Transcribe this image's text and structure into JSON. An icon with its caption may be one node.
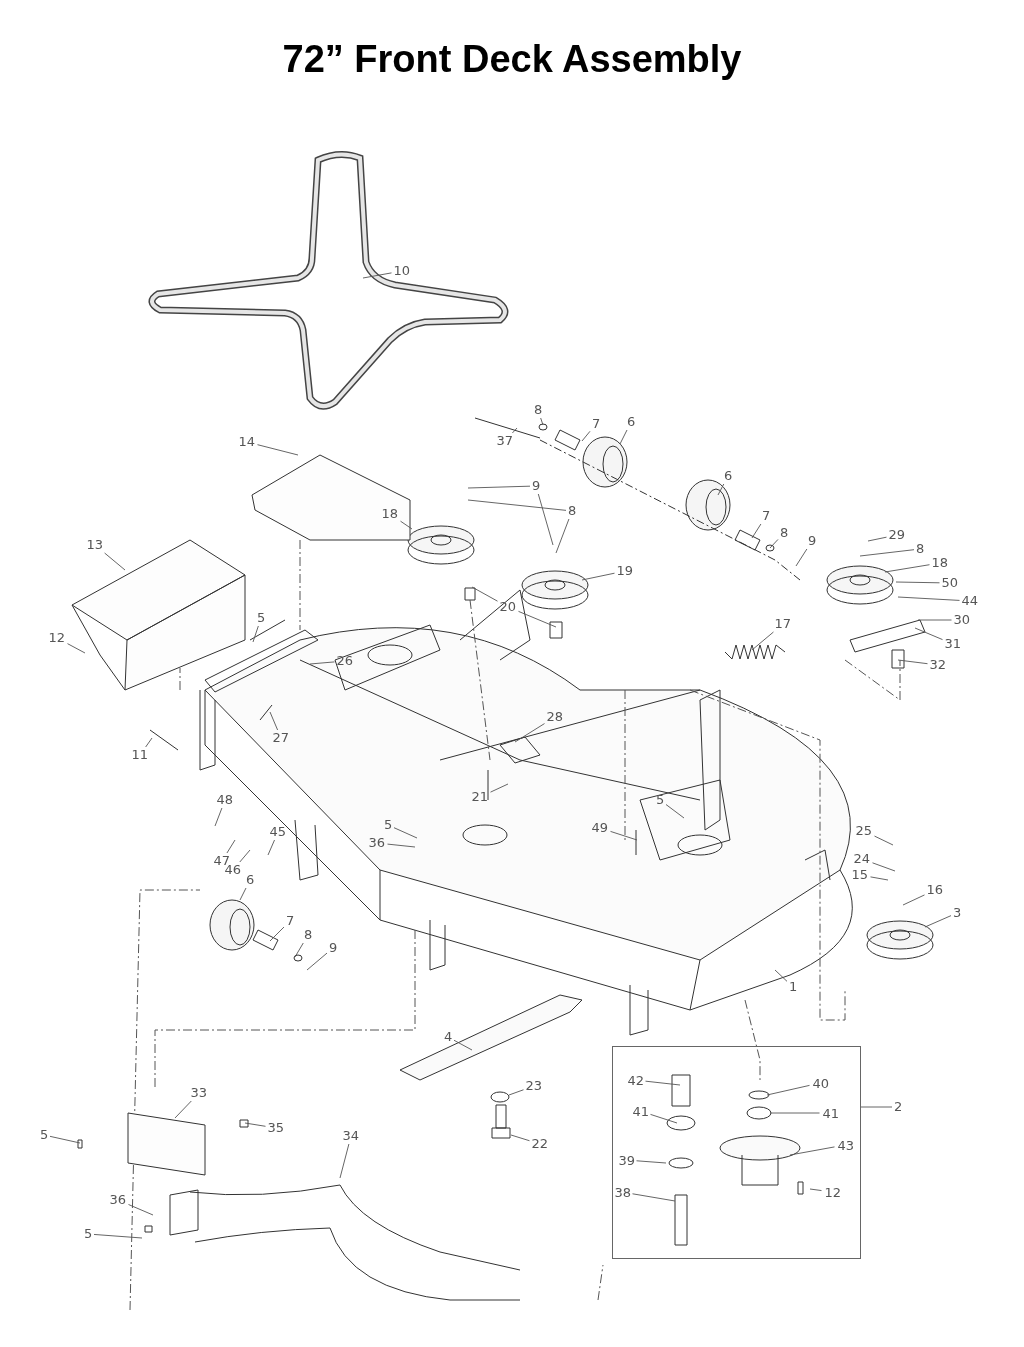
{
  "diagram": {
    "title": "72” Front Deck Assembly",
    "nodes": [
      {
        "text": [
          "10"
        ]
      },
      {
        "text": [
          "14"
        ]
      },
      {
        "text": [
          "37"
        ]
      },
      {
        "text": [
          "8"
        ]
      },
      {
        "text": [
          "7"
        ]
      },
      {
        "text": [
          "6"
        ]
      },
      {
        "text": [
          "6"
        ]
      },
      {
        "text": [
          "7"
        ]
      },
      {
        "text": [
          "8"
        ]
      },
      {
        "text": [
          "9"
        ]
      },
      {
        "text": [
          "9"
        ]
      },
      {
        "text": [
          "8"
        ]
      },
      {
        "text": [
          "18"
        ]
      },
      {
        "text": [
          "19"
        ]
      },
      {
        "text": [
          "20"
        ]
      },
      {
        "text": [
          "29"
        ]
      },
      {
        "text": [
          "8"
        ]
      },
      {
        "text": [
          "18"
        ]
      },
      {
        "text": [
          "50"
        ]
      },
      {
        "text": [
          "44"
        ]
      },
      {
        "text": [
          "30"
        ]
      },
      {
        "text": [
          "31"
        ]
      },
      {
        "text": [
          "32"
        ]
      },
      {
        "text": [
          "17"
        ]
      },
      {
        "text": [
          "13"
        ]
      },
      {
        "text": [
          "12"
        ]
      },
      {
        "text": [
          "5"
        ]
      },
      {
        "text": [
          "26"
        ]
      },
      {
        "text": [
          "27"
        ]
      },
      {
        "text": [
          "11"
        ]
      },
      {
        "text": [
          "28"
        ]
      },
      {
        "text": [
          "21"
        ]
      },
      {
        "text": [
          "48"
        ]
      },
      {
        "text": [
          "45"
        ]
      },
      {
        "text": [
          "47"
        ]
      },
      {
        "text": [
          "46"
        ]
      },
      {
        "text": [
          "5"
        ]
      },
      {
        "text": [
          "36"
        ]
      },
      {
        "text": [
          "5"
        ]
      },
      {
        "text": [
          "49"
        ]
      },
      {
        "text": [
          "25"
        ]
      },
      {
        "text": [
          "24"
        ]
      },
      {
        "text": [
          "15"
        ]
      },
      {
        "text": [
          "16"
        ]
      },
      {
        "text": [
          "3"
        ]
      },
      {
        "text": [
          "1"
        ]
      },
      {
        "text": [
          "6"
        ]
      },
      {
        "text": [
          "7"
        ]
      },
      {
        "text": [
          "8"
        ]
      },
      {
        "text": [
          "9"
        ]
      },
      {
        "text": [
          "4"
        ]
      },
      {
        "text": [
          "23"
        ]
      },
      {
        "text": [
          "22"
        ]
      },
      {
        "text": [
          "2"
        ]
      },
      {
        "text": [],
        "shape": "box"
      },
      {
        "text": [
          "42"
        ],
        "in": 54
      },
      {
        "text": [
          "40"
        ],
        "in": 54
      },
      {
        "text": [
          "41"
        ],
        "in": 54
      },
      {
        "text": [
          "41"
        ],
        "in": 54
      },
      {
        "text": [
          "43"
        ],
        "in": 54
      },
      {
        "text": [
          "39"
        ],
        "in": 54
      },
      {
        "text": [
          "12"
        ],
        "in": 54
      },
      {
        "text": [
          "38"
        ],
        "in": 54
      },
      {
        "text": [
          "33"
        ]
      },
      {
        "text": [
          "35"
        ]
      },
      {
        "text": [
          "5"
        ]
      },
      {
        "text": [
          "34"
        ]
      },
      {
        "text": [
          "36"
        ]
      },
      {
        "text": [
          "5"
        ]
      }
    ],
    "edges": [
      {
        "from": 0,
        "to": null,
        "arrow": "none"
      },
      {
        "from": 1,
        "to": null,
        "arrow": "none"
      },
      {
        "from": 2,
        "to": null,
        "arrow": "none"
      },
      {
        "from": 3,
        "to": null,
        "arrow": "none"
      },
      {
        "from": 4,
        "to": null,
        "arrow": "none"
      },
      {
        "from": 5,
        "to": null,
        "arrow": "none"
      },
      {
        "from": 6,
        "to": null,
        "arrow": "none"
      },
      {
        "from": 7,
        "to": null,
        "arrow": "none"
      },
      {
        "from": 8,
        "to": null,
        "arrow": "none"
      },
      {
        "from": 9,
        "to": null,
        "arrow": "none"
      },
      {
        "from": 10,
        "to": null,
        "arrow": "none"
      },
      {
        "from": 10,
        "to": null,
        "arrow": "none"
      },
      {
        "from": 11,
        "to": null,
        "arrow": "none"
      },
      {
        "from": 11,
        "to": null,
        "arrow": "none"
      },
      {
        "from": 12,
        "to": null,
        "arrow": "none"
      },
      {
        "from": 13,
        "to": null,
        "arrow": "none"
      },
      {
        "from": 14,
        "to": null,
        "arrow": "none"
      },
      {
        "from": 14,
        "to": null,
        "arrow": "none"
      },
      {
        "from": 15,
        "to": null,
        "arrow": "none"
      },
      {
        "from": 16,
        "to": null,
        "arrow": "none"
      },
      {
        "from": 17,
        "to": null,
        "arrow": "none"
      },
      {
        "from": 18,
        "to": null,
        "arrow": "none"
      },
      {
        "from": 19,
        "to": null,
        "arrow": "none"
      },
      {
        "from": 20,
        "to": null,
        "arrow": "none"
      },
      {
        "from": 21,
        "to": null,
        "arrow": "none"
      },
      {
        "from": 22,
        "to": null,
        "arrow": "none"
      },
      {
        "from": 23,
        "to": null,
        "arrow": "none"
      },
      {
        "from": 24,
        "to": null,
        "arrow": "none"
      },
      {
        "from": 25,
        "to": null,
        "arrow": "none"
      },
      {
        "from": 26,
        "to": null,
        "arrow": "none"
      },
      {
        "from": 27,
        "to": null,
        "arrow": "none"
      },
      {
        "from": 28,
        "to": null,
        "arrow": "none"
      },
      {
        "from": 29,
        "to": null,
        "arrow": "none"
      },
      {
        "from": 30,
        "to": null,
        "arrow": "none"
      },
      {
        "from": 31,
        "to": null,
        "arrow": "none"
      },
      {
        "from": 32,
        "to": null,
        "arrow": "none"
      },
      {
        "from": 33,
        "to": null,
        "arrow": "none"
      },
      {
        "from": 34,
        "to": null,
        "arrow": "none"
      },
      {
        "from": 35,
        "to": null,
        "arrow": "none"
      },
      {
        "from": 36,
        "to": null,
        "arrow": "none"
      },
      {
        "from": 37,
        "to": null,
        "arrow": "none"
      },
      {
        "from": 38,
        "to": null,
        "arrow": "none"
      },
      {
        "from": 39,
        "to": null,
        "arrow": "none"
      },
      {
        "from": 40,
        "to": null,
        "arrow": "none"
      },
      {
        "from": 41,
        "to": null,
        "arrow": "none"
      },
      {
        "from": 42,
        "to": null,
        "arrow": "none"
      },
      {
        "from": 43,
        "to": null,
        "arrow": "none"
      },
      {
        "from": 44,
        "to": null,
        "arrow": "none"
      },
      {
        "from": 45,
        "to": null,
        "arrow": "none"
      },
      {
        "from": 46,
        "to": null,
        "arrow": "none"
      },
      {
        "from": 47,
        "to": null,
        "arrow": "none"
      },
      {
        "from": 48,
        "to": null,
        "arrow": "none"
      },
      {
        "from": 49,
        "to": null,
        "arrow": "none"
      },
      {
        "from": 50,
        "to": null,
        "arrow": "none"
      },
      {
        "from": 51,
        "to": null,
        "arrow": "none"
      },
      {
        "from": 52,
        "to": null,
        "arrow": "none"
      },
      {
        "from": 53,
        "to": 54,
        "arrow": "none"
      },
      {
        "from": 55,
        "to": null,
        "arrow": "none"
      },
      {
        "from": 56,
        "to": null,
        "arrow": "none"
      },
      {
        "from": 57,
        "to": null,
        "arrow": "none"
      },
      {
        "from": 58,
        "to": null,
        "arrow": "none"
      },
      {
        "from": 59,
        "to": null,
        "arrow": "none"
      },
      {
        "from": 60,
        "to": null,
        "arrow": "none"
      },
      {
        "from": 61,
        "to": null,
        "arrow": "none"
      },
      {
        "from": 62,
        "to": null,
        "arrow": "none"
      },
      {
        "from": 63,
        "to": null,
        "arrow": "none"
      },
      {
        "from": 64,
        "to": null,
        "arrow": "none"
      },
      {
        "from": 65,
        "to": null,
        "arrow": "none"
      },
      {
        "from": 66,
        "to": null,
        "arrow": "none"
      },
      {
        "from": 67,
        "to": null,
        "arrow": "none"
      },
      {
        "from": 68,
        "to": null,
        "arrow": "none"
      }
    ]
  }
}
